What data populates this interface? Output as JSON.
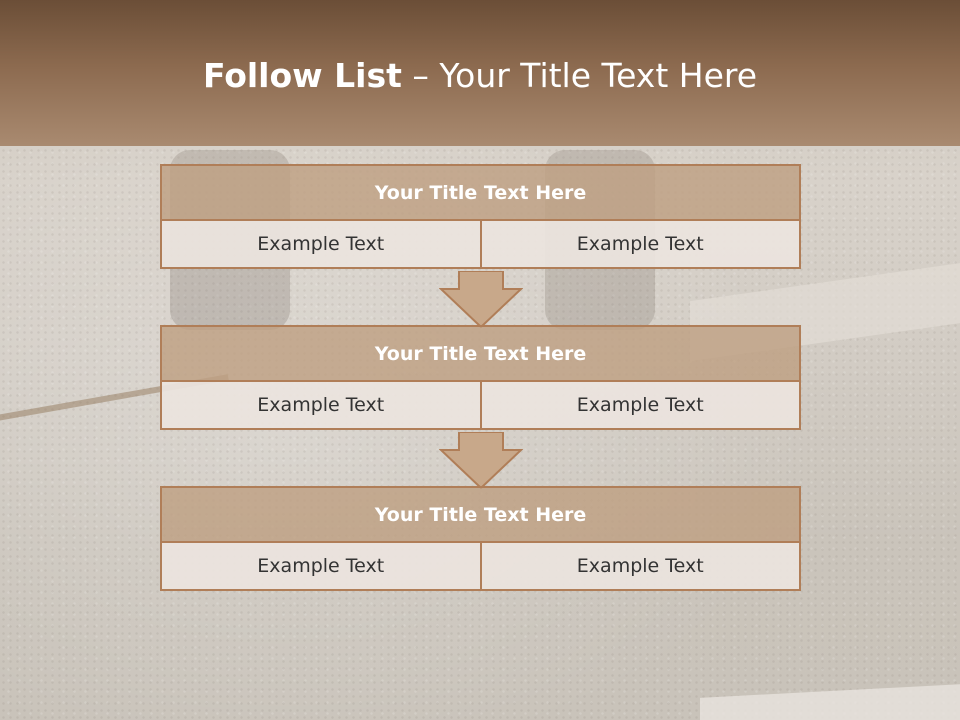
{
  "slide": {
    "title_bold": "Follow List",
    "title_rest": " – Your Title Text Here"
  },
  "steps": [
    {
      "title": "Your Title Text Here",
      "left": "Example Text",
      "right": "Example Text"
    },
    {
      "title": "Your Title Text Here",
      "left": "Example Text",
      "right": "Example Text"
    },
    {
      "title": "Your Title Text Here",
      "left": "Example Text",
      "right": "Example Text"
    }
  ],
  "colors": {
    "header_dark": "#6b4e37",
    "header_light": "#a98a70",
    "box_fill": "#bea082",
    "box_border": "#b07e58",
    "cell_fill": "#ece4de"
  },
  "icons": {
    "connector": "down-arrow-icon"
  }
}
